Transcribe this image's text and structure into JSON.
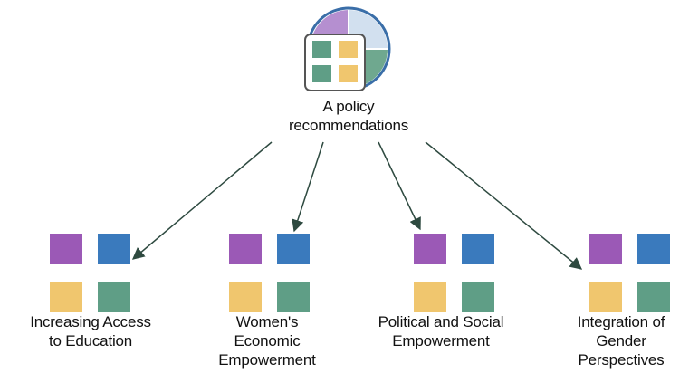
{
  "colors": {
    "purple": "#9b59b6",
    "blue": "#3a7abd",
    "yellow": "#f0c66e",
    "green": "#5f9e86",
    "circle_outline": "#3a6ea8",
    "circle_pie_light": "#d2e0ef",
    "arrow": "#2e4a40"
  },
  "root": {
    "label": "A policy\nrecommendations",
    "icon": "pie-with-grid-icon"
  },
  "children": [
    {
      "label": "Increasing Access\nto Education",
      "icon": "four-square-grid-icon"
    },
    {
      "label": "Women's\nEconomic\nEmpowerment",
      "icon": "four-square-grid-icon"
    },
    {
      "label": "Political and Social\nEmpowerment",
      "icon": "four-square-grid-icon"
    },
    {
      "label": "Integration of\nGender\nPerspectives",
      "icon": "four-square-grid-icon"
    }
  ]
}
